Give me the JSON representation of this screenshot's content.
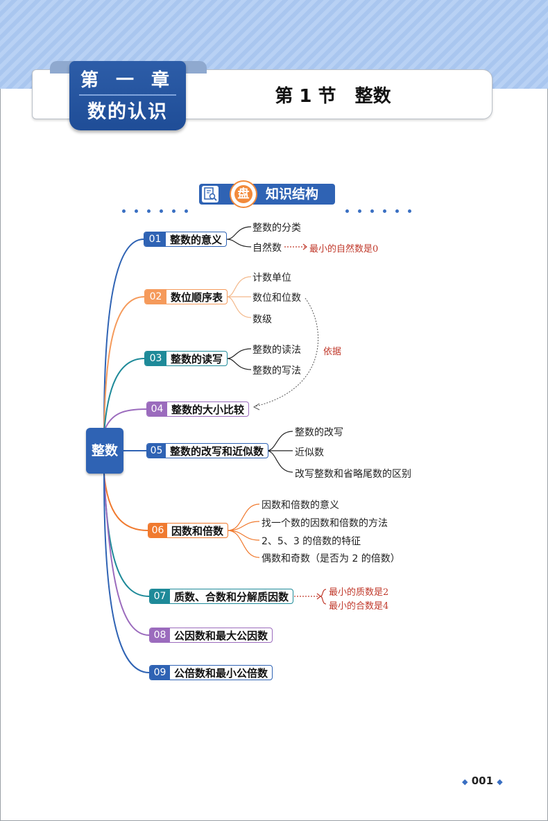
{
  "chapter": {
    "number": "第 一 章",
    "title": "数的认识"
  },
  "section": {
    "title": "第 1 节   整数"
  },
  "banner": {
    "circle": "盘",
    "text": "知识结构"
  },
  "root": "整数",
  "nodes": [
    {
      "num": "01",
      "label": "整数的意义",
      "color": "#2f63b4"
    },
    {
      "num": "02",
      "label": "数位顺序表",
      "color": "#f59a5b"
    },
    {
      "num": "03",
      "label": "整数的读写",
      "color": "#1e8a99"
    },
    {
      "num": "04",
      "label": "整数的大小比较",
      "color": "#9b6bbd"
    },
    {
      "num": "05",
      "label": "整数的改写和近似数",
      "color": "#2f63b4"
    },
    {
      "num": "06",
      "label": "因数和倍数",
      "color": "#f07a2f"
    },
    {
      "num": "07",
      "label": "质数、合数和分解质因数",
      "color": "#1e8a99"
    },
    {
      "num": "08",
      "label": "公因数和最大公因数",
      "color": "#9b6bbd"
    },
    {
      "num": "09",
      "label": "公倍数和最小公倍数",
      "color": "#2f63b4"
    }
  ],
  "leaves": {
    "n01": [
      "整数的分类",
      "自然数"
    ],
    "n02": [
      "计数单位",
      "数位和位数",
      "数级"
    ],
    "n03": [
      "整数的读法",
      "整数的写法"
    ],
    "n05": [
      "整数的改写",
      "近似数",
      "改写整数和省略尾数的区别"
    ],
    "n06": [
      "因数和倍数的意义",
      "找一个数的因数和倍数的方法",
      "2、5、3 的倍数的特征",
      "偶数和奇数（是否为 2 的倍数）"
    ]
  },
  "notes": {
    "natural": "最小的自然数是0",
    "basis": "依据",
    "prime": "最小的质数是2",
    "composite": "最小的合数是4"
  },
  "page_number": "001"
}
